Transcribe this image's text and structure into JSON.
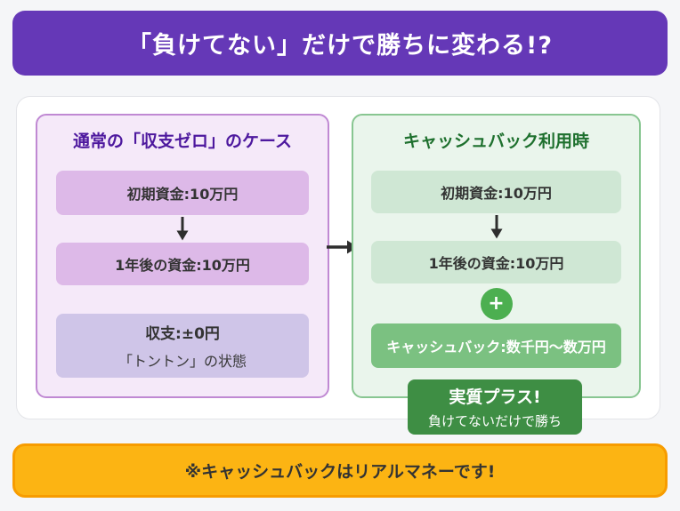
{
  "colors": {
    "header_purple": "#6538b7",
    "panel_purple_bg": "#f5e9f9",
    "panel_purple_border": "#c089d3",
    "purple_title": "#4d189e",
    "purple_box_bg": "#ddb9e8",
    "lavender_box_bg": "#cfc5e8",
    "panel_green_bg": "#eaf5ec",
    "panel_green_border": "#88c691",
    "green_title": "#1e702e",
    "green_box_bg": "#cfe7d4",
    "plus_circle_green": "#4caf50",
    "cashback_box_green": "#7bc181",
    "callout_green": "#3e8e44",
    "banner_amber": "#fcb413",
    "banner_border_orange": "#f79c00",
    "text_dark": "#333333",
    "arrow_black": "#2e2e2e"
  },
  "header": {
    "title": "「負けてない」だけで勝ちに変わる!?"
  },
  "normal_case": {
    "title": "通常の「収支ゼロ」のケース",
    "initial_funds": "初期資金:10万円",
    "after_one_year": "1年後の資金:10万円",
    "balance_line1": "収支:±0円",
    "balance_line2": "「トントン」の状態"
  },
  "cashback_case": {
    "title": "キャッシュバック利用時",
    "initial_funds": "初期資金:10万円",
    "after_one_year": "1年後の資金:10万円",
    "plus_sign": "+",
    "cashback_amount": "キャッシュバック:数千円〜数万円",
    "callout_line1": "実質プラス!",
    "callout_line2": "負けてないだけで勝ち"
  },
  "footer": {
    "note": "※キャッシュバックはリアルマネーです!"
  }
}
